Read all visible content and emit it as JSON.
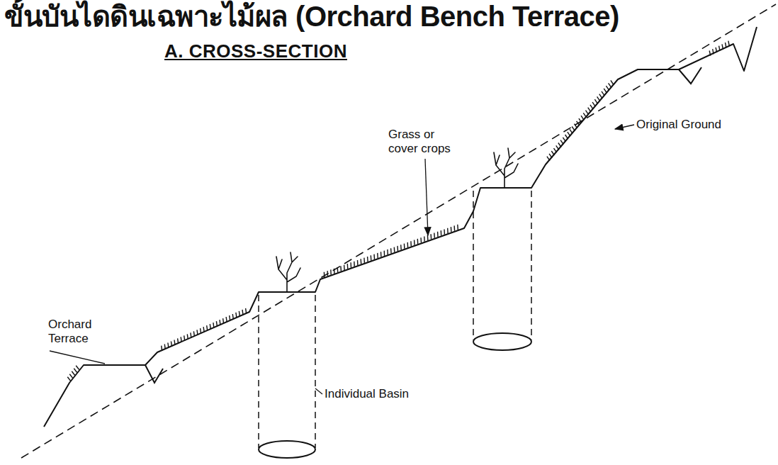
{
  "diagram": {
    "title": "ขั้นบันไดดินเฉพาะไม้ผล (Orchard Bench Terrace)",
    "labels": [
      "A. CROSS-SECTION",
      "Grass or cover crops",
      "Original Ground",
      "Orchard Terrace",
      "Individual Basin"
    ]
  }
}
